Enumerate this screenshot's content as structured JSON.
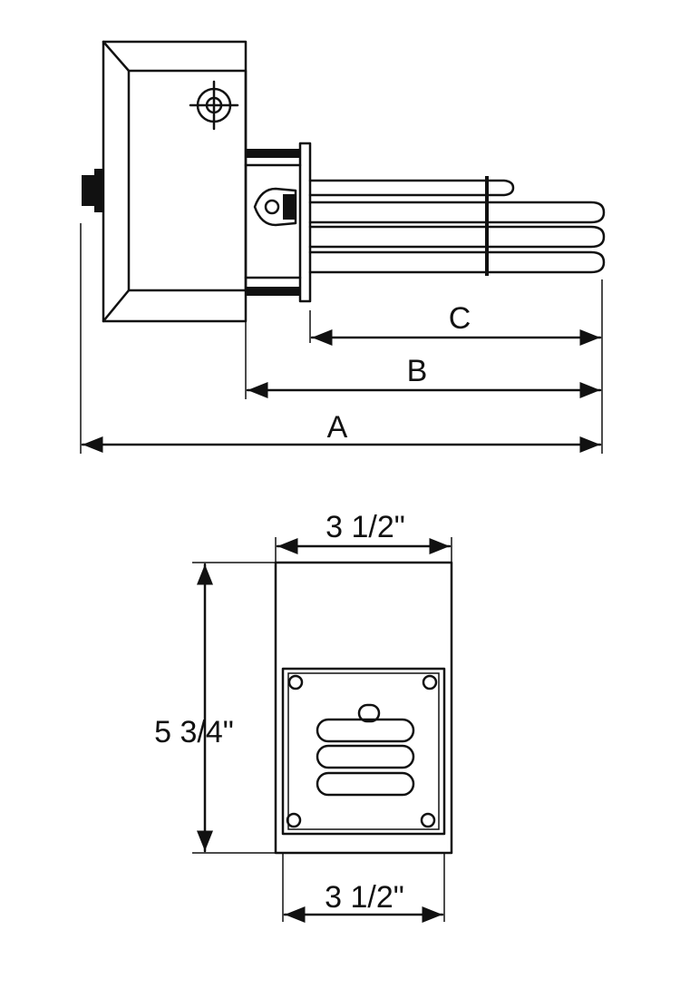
{
  "side_view": {
    "dim_a": "A",
    "dim_b": "B",
    "dim_c": "C"
  },
  "front_view": {
    "top_width": "3 1/2\"",
    "height": "5 3/4\"",
    "bottom_width": "3 1/2\""
  },
  "colors": {
    "ink": "#111111",
    "paper": "#ffffff"
  }
}
